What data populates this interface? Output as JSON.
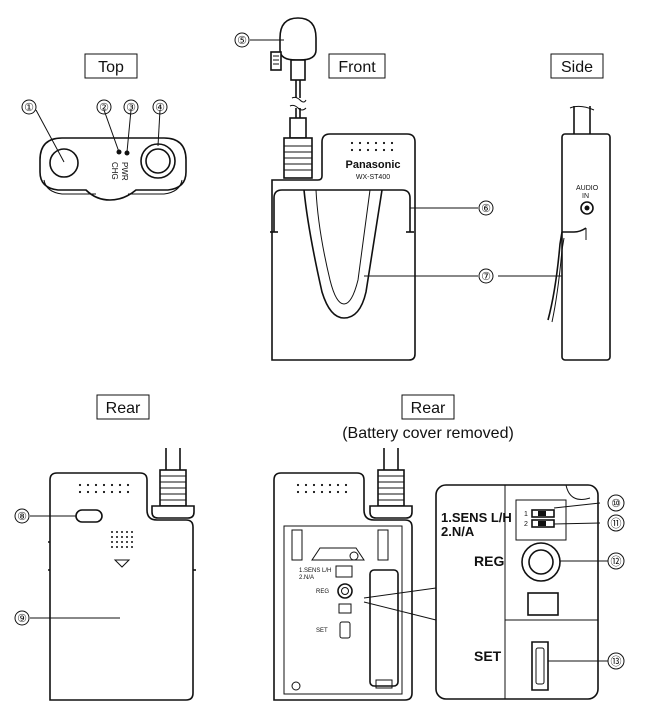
{
  "views": {
    "top": "Top",
    "front": "Front",
    "side": "Side",
    "rear1": "Rear",
    "rear2": "Rear",
    "rear2_note": "(Battery cover removed)"
  },
  "device": {
    "brand": "Panasonic",
    "model": "WX-ST400",
    "chg": "CHG",
    "pwr": "PWR",
    "audio_in_1": "AUDIO",
    "audio_in_2": "IN"
  },
  "panel": {
    "sens_big": "1.SENS L/H",
    "na_big": "2.N/A",
    "reg_big": "REG",
    "set_big": "SET",
    "sens_small": "1.SENS L/H",
    "na_small": "2.N/A",
    "reg_small": "REG",
    "set_small": "SET",
    "dip_1": "1",
    "dip_2": "2"
  },
  "callouts": [
    "①",
    "②",
    "③",
    "④",
    "⑤",
    "⑥",
    "⑦",
    "⑧",
    "⑨",
    "⑩",
    "⑪",
    "⑫",
    "⑬"
  ]
}
